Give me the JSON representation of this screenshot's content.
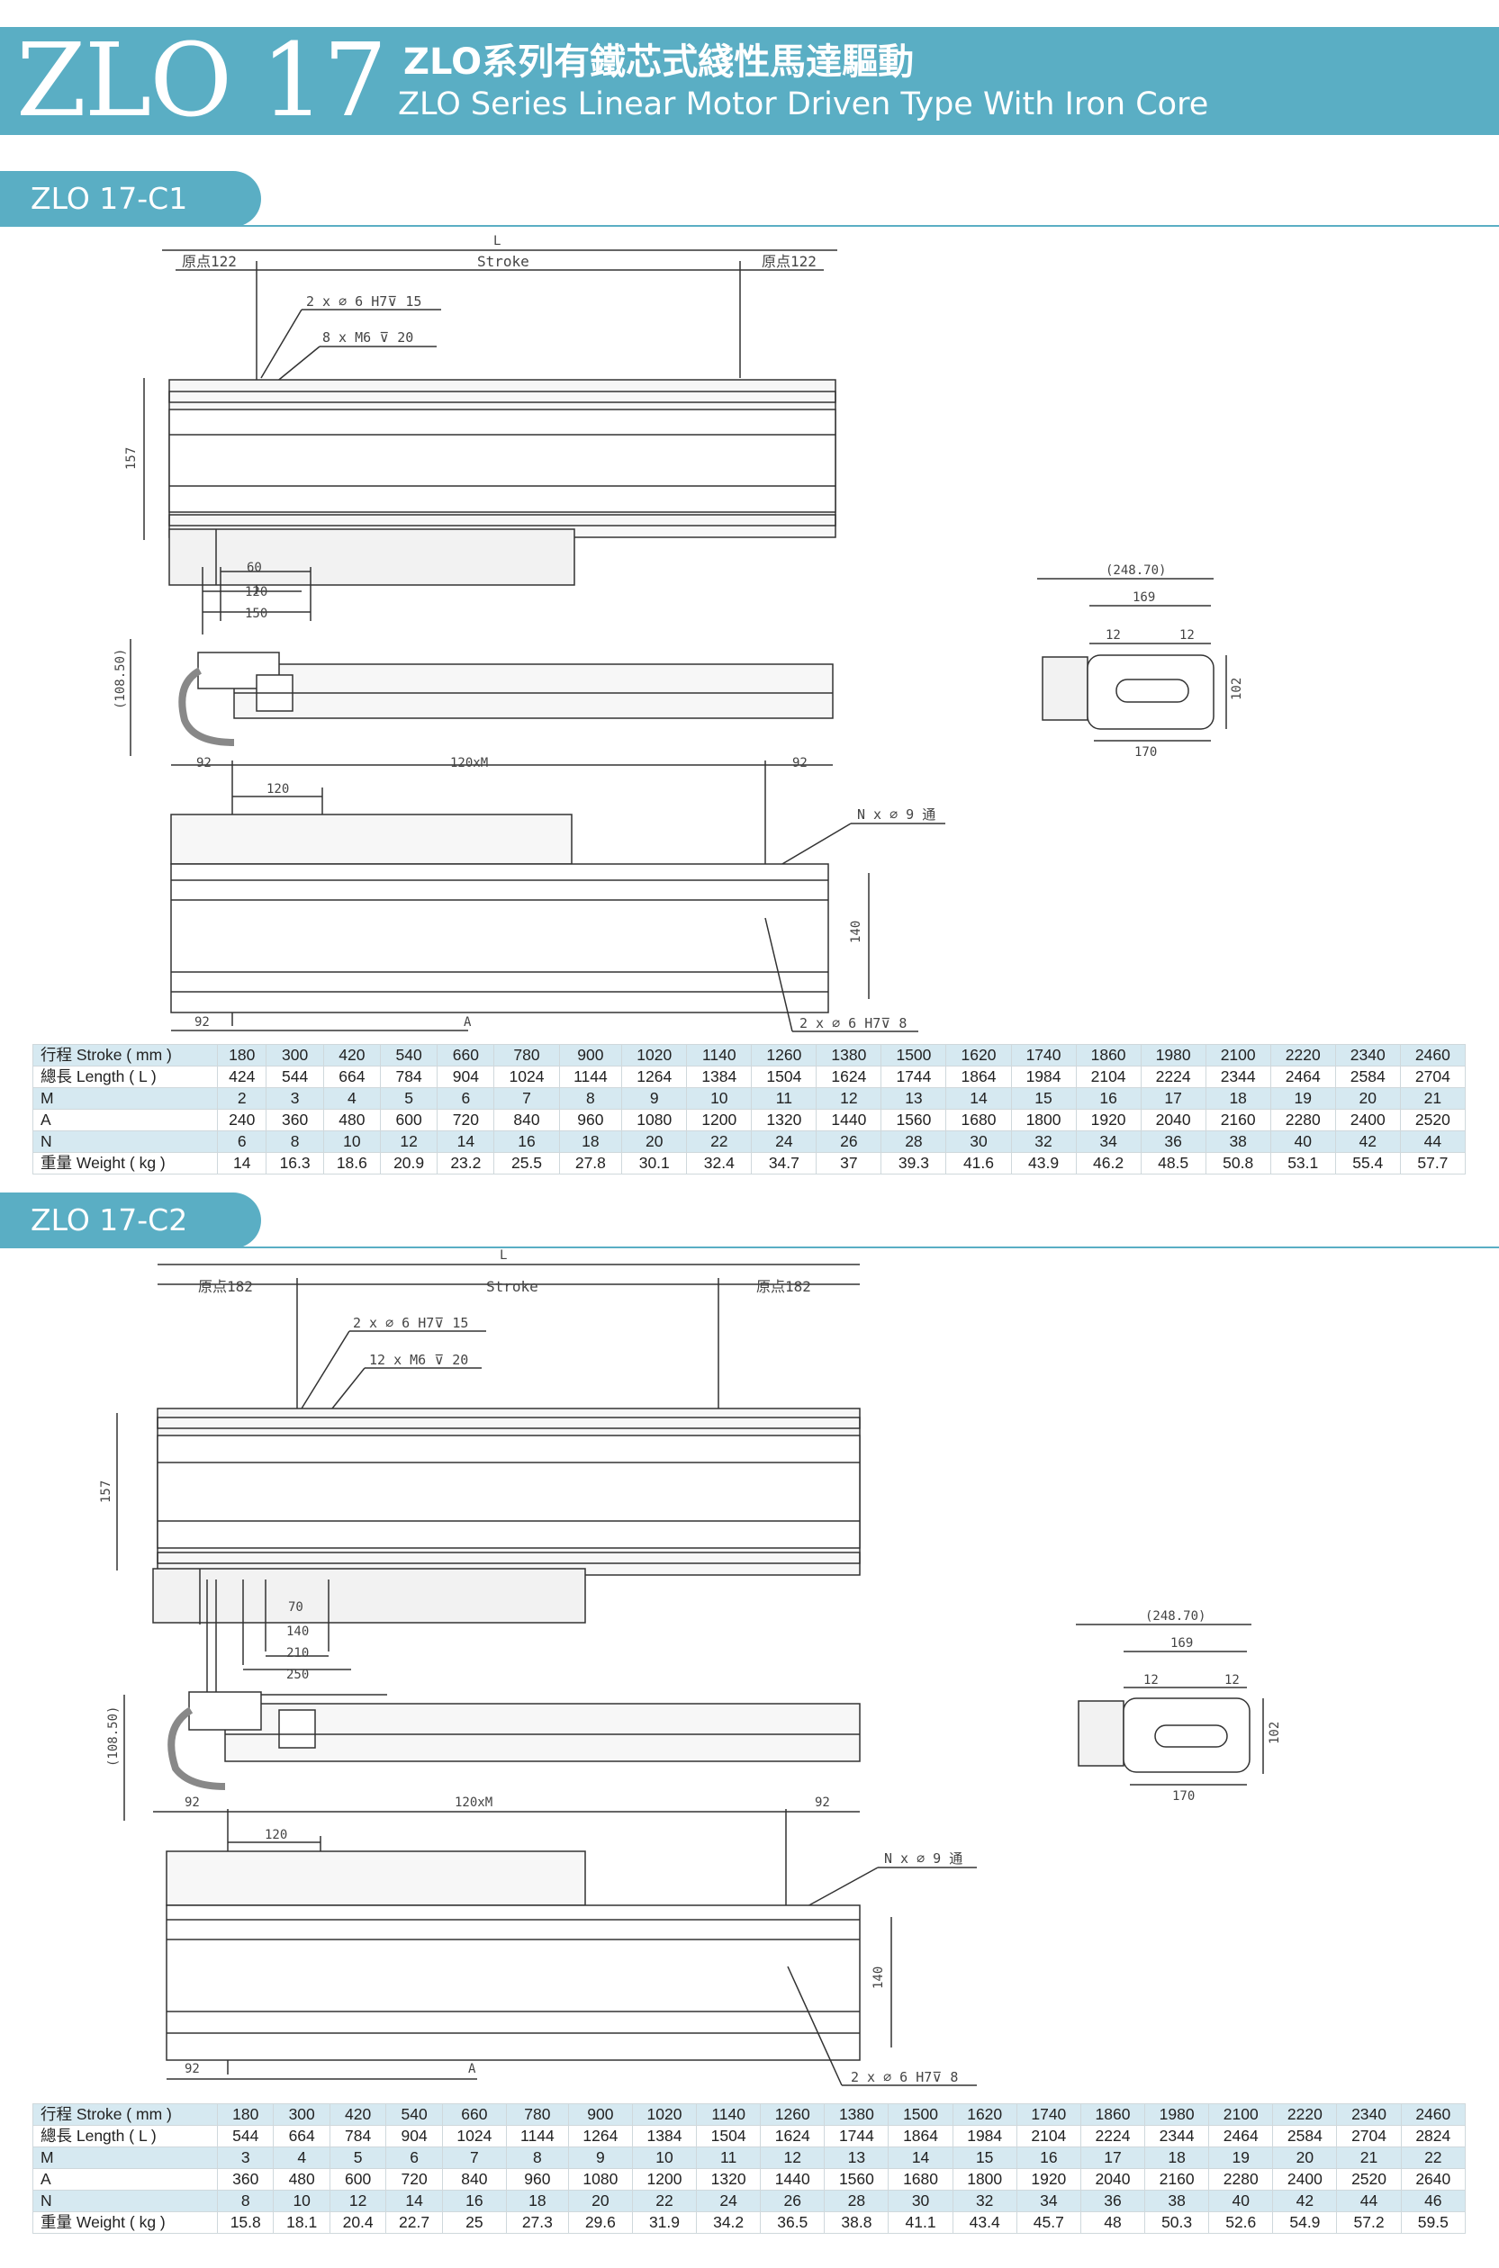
{
  "header": {
    "model": "ZLO 17",
    "title_zh": "ZLO系列有鐵芯式綫性馬達驅動",
    "title_en": "ZLO Series Linear Motor Driven Type With Iron Core"
  },
  "colors": {
    "brand": "#5aaec4",
    "table_band": "#d6e9f1",
    "line": "#333333"
  },
  "sections": [
    {
      "title": "ZLO 17-C1",
      "drawing": {
        "L": "L",
        "origin_left": "原点122",
        "stroke": "Stroke",
        "origin_right": "原点122",
        "note_pin": "2 x ∅ 6 H7⊽ 15",
        "note_tap": "8 x  M6  ⊽ 20",
        "h157": "157",
        "d60": "60",
        "d120": "120",
        "d150": "150",
        "h108": "(108.50)",
        "m92a": "92",
        "m120xM": "120xM",
        "m92b": "92",
        "m120": "120",
        "note_thru": "N x ∅ 9 通",
        "h140": "140",
        "m92c": "92",
        "mA": "A",
        "note_pin2": "2 x ∅ 6 H7⊽ 8",
        "end_w": "(248.70)",
        "end_169": "169",
        "end_12a": "12",
        "end_12b": "12",
        "end_170": "170",
        "end_102": "102"
      },
      "table": {
        "rows": [
          {
            "label": "行程 Stroke ( mm )",
            "values": [
              "180",
              "300",
              "420",
              "540",
              "660",
              "780",
              "900",
              "1020",
              "1140",
              "1260",
              "1380",
              "1500",
              "1620",
              "1740",
              "1860",
              "1980",
              "2100",
              "2220",
              "2340",
              "2460"
            ]
          },
          {
            "label": "總長 Length ( L )",
            "values": [
              "424",
              "544",
              "664",
              "784",
              "904",
              "1024",
              "1144",
              "1264",
              "1384",
              "1504",
              "1624",
              "1744",
              "1864",
              "1984",
              "2104",
              "2224",
              "2344",
              "2464",
              "2584",
              "2704"
            ]
          },
          {
            "label": "M",
            "values": [
              "2",
              "3",
              "4",
              "5",
              "6",
              "7",
              "8",
              "9",
              "10",
              "11",
              "12",
              "13",
              "14",
              "15",
              "16",
              "17",
              "18",
              "19",
              "20",
              "21"
            ]
          },
          {
            "label": "A",
            "values": [
              "240",
              "360",
              "480",
              "600",
              "720",
              "840",
              "960",
              "1080",
              "1200",
              "1320",
              "1440",
              "1560",
              "1680",
              "1800",
              "1920",
              "2040",
              "2160",
              "2280",
              "2400",
              "2520"
            ]
          },
          {
            "label": "N",
            "values": [
              "6",
              "8",
              "10",
              "12",
              "14",
              "16",
              "18",
              "20",
              "22",
              "24",
              "26",
              "28",
              "30",
              "32",
              "34",
              "36",
              "38",
              "40",
              "42",
              "44"
            ]
          },
          {
            "label": "重量 Weight ( kg )",
            "values": [
              "14",
              "16.3",
              "18.6",
              "20.9",
              "23.2",
              "25.5",
              "27.8",
              "30.1",
              "32.4",
              "34.7",
              "37",
              "39.3",
              "41.6",
              "43.9",
              "46.2",
              "48.5",
              "50.8",
              "53.1",
              "55.4",
              "57.7"
            ]
          }
        ]
      }
    },
    {
      "title": "ZLO 17-C2",
      "drawing": {
        "L": "L",
        "origin_left": "原点182",
        "stroke": "Stroke",
        "origin_right": "原点182",
        "note_pin": "2 x ∅ 6 H7⊽ 15",
        "note_tap": "12 x  M6  ⊽ 20",
        "h157": "157",
        "d60": "70",
        "d120": "140",
        "d150": "210",
        "d250": "250",
        "h108": "(108.50)",
        "m92a": "92",
        "m120xM": "120xM",
        "m92b": "92",
        "m120": "120",
        "note_thru": "N x ∅ 9 通",
        "h140": "140",
        "m92c": "92",
        "mA": "A",
        "note_pin2": "2 x ∅ 6 H7⊽ 8",
        "end_w": "(248.70)",
        "end_169": "169",
        "end_12a": "12",
        "end_12b": "12",
        "end_170": "170",
        "end_102": "102"
      },
      "table": {
        "rows": [
          {
            "label": "行程 Stroke ( mm )",
            "values": [
              "180",
              "300",
              "420",
              "540",
              "660",
              "780",
              "900",
              "1020",
              "1140",
              "1260",
              "1380",
              "1500",
              "1620",
              "1740",
              "1860",
              "1980",
              "2100",
              "2220",
              "2340",
              "2460"
            ]
          },
          {
            "label": "總長 Length ( L )",
            "values": [
              "544",
              "664",
              "784",
              "904",
              "1024",
              "1144",
              "1264",
              "1384",
              "1504",
              "1624",
              "1744",
              "1864",
              "1984",
              "2104",
              "2224",
              "2344",
              "2464",
              "2584",
              "2704",
              "2824"
            ]
          },
          {
            "label": "M",
            "values": [
              "3",
              "4",
              "5",
              "6",
              "7",
              "8",
              "9",
              "10",
              "11",
              "12",
              "13",
              "14",
              "15",
              "16",
              "17",
              "18",
              "19",
              "20",
              "21",
              "22"
            ]
          },
          {
            "label": "A",
            "values": [
              "360",
              "480",
              "600",
              "720",
              "840",
              "960",
              "1080",
              "1200",
              "1320",
              "1440",
              "1560",
              "1680",
              "1800",
              "1920",
              "2040",
              "2160",
              "2280",
              "2400",
              "2520",
              "2640"
            ]
          },
          {
            "label": "N",
            "values": [
              "8",
              "10",
              "12",
              "14",
              "16",
              "18",
              "20",
              "22",
              "24",
              "26",
              "28",
              "30",
              "32",
              "34",
              "36",
              "38",
              "40",
              "42",
              "44",
              "46"
            ]
          },
          {
            "label": "重量 Weight ( kg )",
            "values": [
              "15.8",
              "18.1",
              "20.4",
              "22.7",
              "25",
              "27.3",
              "29.6",
              "31.9",
              "34.2",
              "36.5",
              "38.8",
              "41.1",
              "43.4",
              "45.7",
              "48",
              "50.3",
              "52.6",
              "54.9",
              "57.2",
              "59.5"
            ]
          }
        ]
      }
    }
  ]
}
